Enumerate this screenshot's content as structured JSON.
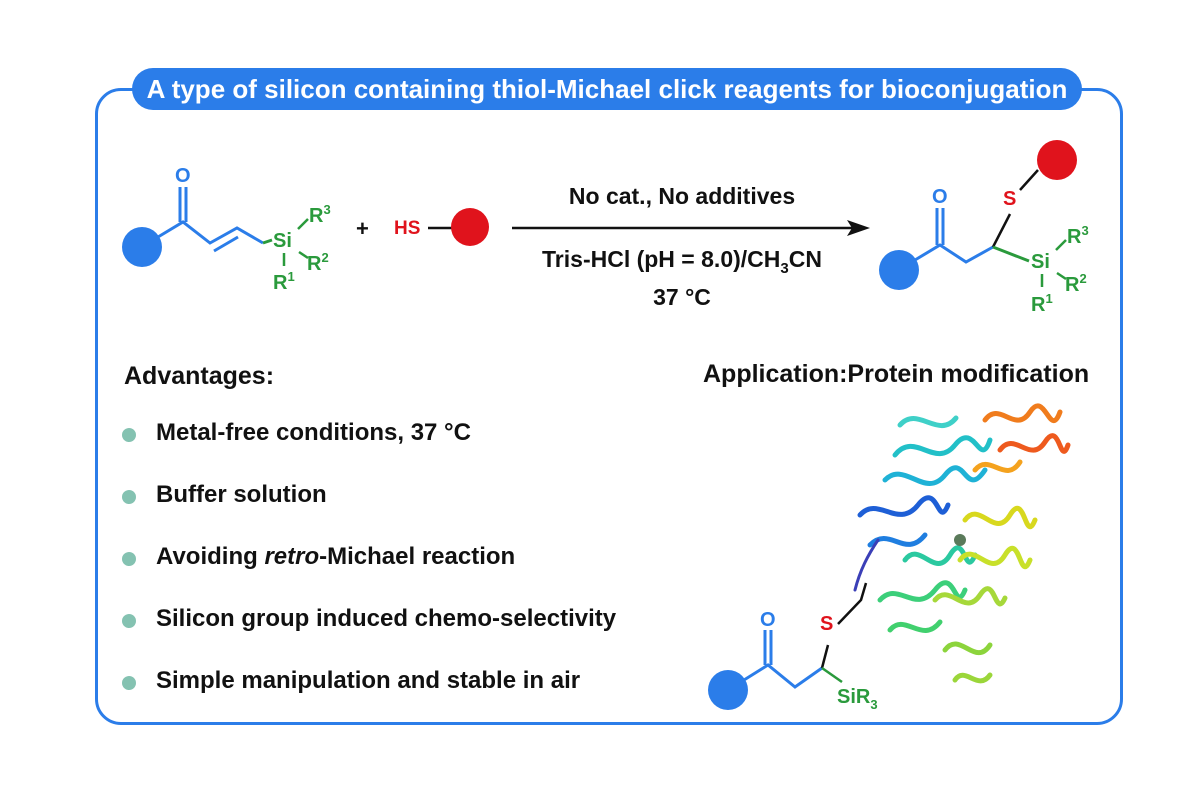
{
  "title": "A type of silicon containing thiol-Michael click reagents for bioconjugation",
  "reaction": {
    "plus": "+",
    "thiol_label": "HS",
    "conditions_top": "No cat., No additives",
    "conditions_mid_a": "Tris-HCl (pH = 8.0)/CH",
    "conditions_mid_sub": "3",
    "conditions_mid_b": "CN",
    "conditions_bottom": "37 °C"
  },
  "atoms": {
    "O": "O",
    "S": "S",
    "Si": "Si",
    "R": "R",
    "sup1": "1",
    "sup2": "2",
    "sup3": "3",
    "SiR": "SiR",
    "sub3": "3"
  },
  "advantages": {
    "heading": "Advantages:",
    "items": [
      "Metal-free conditions, 37 °C",
      "Buffer solution",
      "Avoiding ",
      "Silicon group induced chemo-selectivity",
      "Simple manipulation and stable in air"
    ],
    "item3_italic": "retro",
    "item3_rest": "-Michael reaction"
  },
  "application": {
    "heading": "Application:Protein modification"
  },
  "colors": {
    "accent": "#2b7de9",
    "structure_blue": "#2b7de9",
    "silicon_green": "#2a9a3c",
    "sulfur_red": "#e0131c",
    "bullet": "#84c2b1"
  }
}
